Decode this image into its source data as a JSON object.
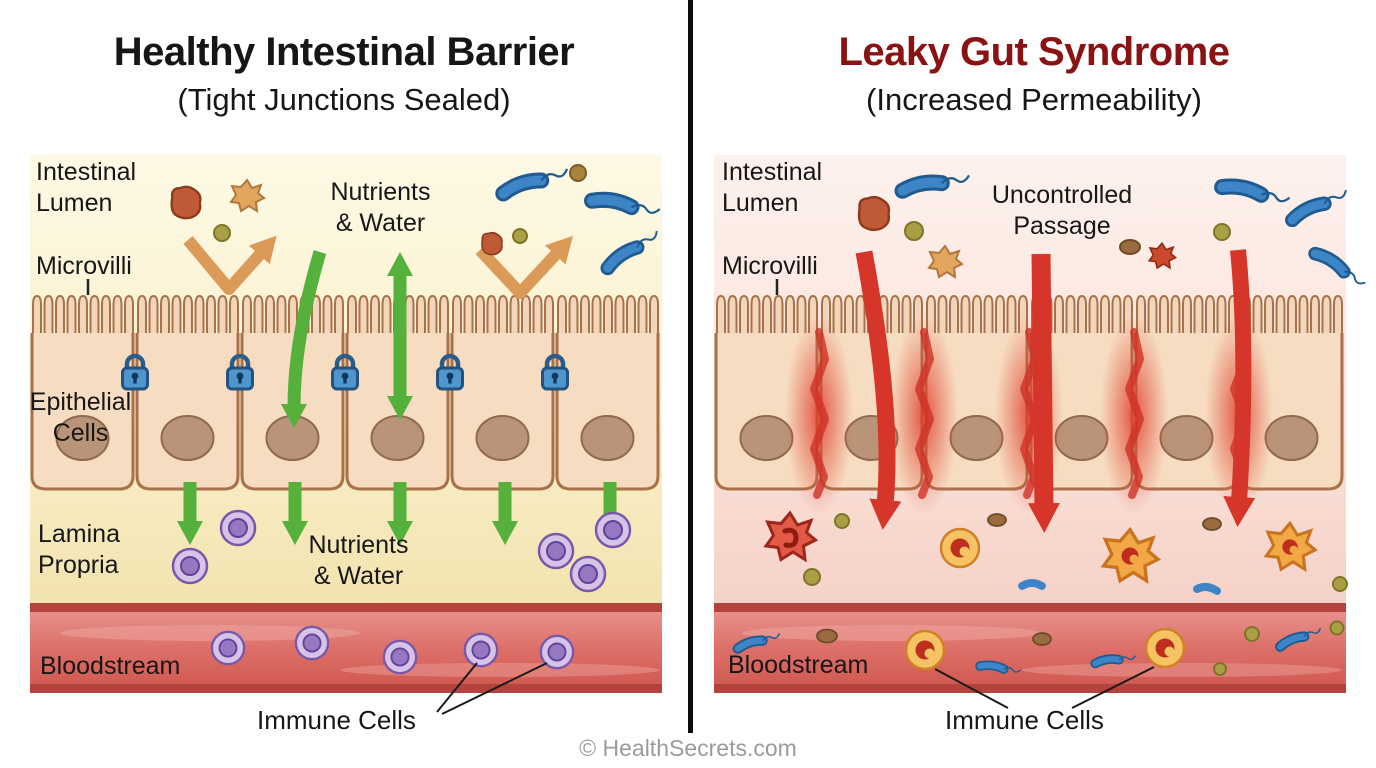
{
  "left_panel": {
    "title": "Healthy Intestinal Barrier",
    "subtitle": "(Tight Junctions Sealed)",
    "labels": {
      "intestinal_lumen": "Intestinal\nLumen",
      "microvilli": "Microvilli",
      "nutrients_water_top": "Nutrients\n& Water",
      "epithelial_cells": "Epithelial\nCells",
      "lamina_propria": "Lamina\nPropria",
      "nutrients_water_bottom": "Nutrients\n& Water",
      "bloodstream": "Bloodstream",
      "immune_cells": "Immune Cells"
    }
  },
  "right_panel": {
    "title": "Leaky Gut Syndrome",
    "subtitle": "(Increased Permeability)",
    "labels": {
      "intestinal_lumen": "Intestinal\nLumen",
      "microvilli": "Microvilli",
      "uncontrolled_passage": "Uncontrolled\nPassage",
      "bloodstream": "Bloodstream",
      "immune_cells": "Immune Cells"
    }
  },
  "footer": {
    "copyright": "© HealthSecrets.com"
  },
  "colors": {
    "healthy_title": "#161616",
    "leaky_title": "#8a1212",
    "nutrient_arrow": "#55b13c",
    "blocked_arrow": "#db9a58",
    "leak_arrow": "#d6352a",
    "tight_junction_lock": "#4e96cc",
    "bloodstream_red": "#d15b53",
    "healthy_immune_cell": "#9678c2",
    "activated_immune_cell": "#f2a844",
    "bacteria_blue": "#3d85c6"
  }
}
